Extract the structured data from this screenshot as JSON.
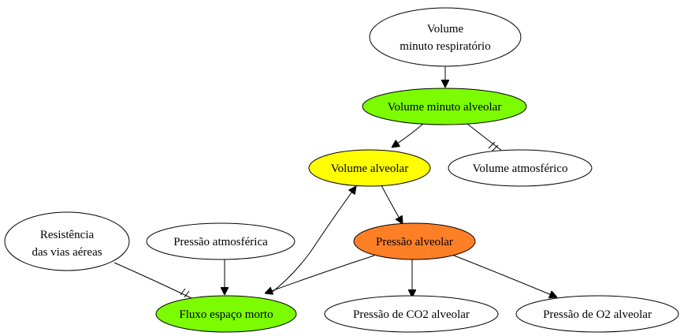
{
  "colors": {
    "green": "#7cfc00",
    "yellow": "#ffff00",
    "orange": "#ff7f27",
    "white": "#ffffff",
    "stroke": "#000000"
  },
  "nodes": {
    "volume_minuto_respiratorio": {
      "line1": "Volume",
      "line2": "minuto respiratório",
      "fill": "white"
    },
    "volume_minuto_alveolar": {
      "label": "Volume minuto alveolar",
      "fill": "green"
    },
    "volume_alveolar": {
      "label": "Volume alveolar",
      "fill": "yellow"
    },
    "volume_atmosferico": {
      "label": "Volume atmosférico",
      "fill": "white"
    },
    "resistencia_vias_aereas": {
      "line1": "Resistência",
      "line2": "das vias aéreas",
      "fill": "white"
    },
    "pressao_atmosferica": {
      "label": "Pressão atmosférica",
      "fill": "white"
    },
    "pressao_alveolar": {
      "label": "Pressão alveolar",
      "fill": "orange"
    },
    "fluxo_espaco_morto": {
      "label": "Fluxo espaço morto",
      "fill": "green"
    },
    "pressao_co2_alveolar": {
      "label": "Pressão de CO2 alveolar",
      "fill": "white"
    },
    "pressao_o2_alveolar": {
      "label": "Pressão de O2 alveolar",
      "fill": "white"
    }
  },
  "edges": [
    {
      "from": "volume_minuto_respiratorio",
      "to": "volume_minuto_alveolar",
      "style": "arrow"
    },
    {
      "from": "volume_minuto_alveolar",
      "to": "volume_alveolar",
      "style": "arrow"
    },
    {
      "from": "volume_minuto_alveolar",
      "to": "volume_atmosferico",
      "style": "tee-tee"
    },
    {
      "from": "volume_alveolar",
      "to": "pressao_alveolar",
      "style": "arrow"
    },
    {
      "from": "pressao_alveolar",
      "to": "fluxo_espaco_morto",
      "style": "arrow"
    },
    {
      "from": "pressao_alveolar",
      "to": "pressao_co2_alveolar",
      "style": "arrow"
    },
    {
      "from": "pressao_alveolar",
      "to": "pressao_o2_alveolar",
      "style": "arrow"
    },
    {
      "from": "pressao_atmosferica",
      "to": "fluxo_espaco_morto",
      "style": "arrow"
    },
    {
      "from": "resistencia_vias_aereas",
      "to": "fluxo_espaco_morto",
      "style": "tee-tee"
    },
    {
      "from": "fluxo_espaco_morto",
      "to": "volume_alveolar",
      "style": "arrow"
    }
  ]
}
